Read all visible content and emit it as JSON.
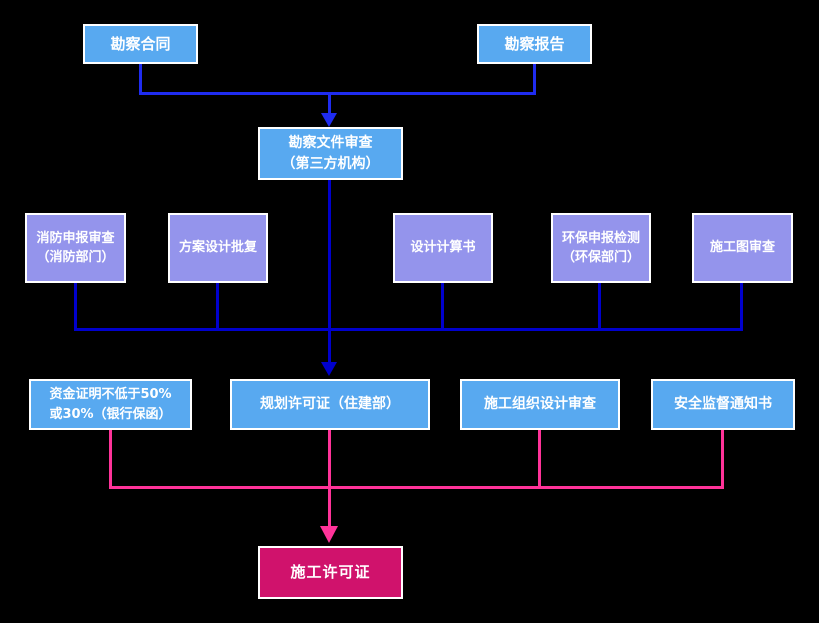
{
  "diagram_title": "construction-permit-approval-flowchart",
  "colors": {
    "background": "#000000",
    "box_blue": "#58a9f0",
    "box_purple": "#9494ec",
    "box_magenta": "#d0126c",
    "box_border": "#ffffff",
    "connector_blue_bright": "#1f2cf0",
    "connector_blue_dark": "#0000cc",
    "connector_pink": "#ff3399",
    "text": "#ffffff"
  },
  "nodes": {
    "survey_contract": {
      "label": "勘察合同"
    },
    "survey_report": {
      "label": "勘察报告"
    },
    "survey_review": {
      "label": "勘察文件审查\n（第三方机构）"
    },
    "fire_review": {
      "label": "消防申报审查\n（消防部门）"
    },
    "scheme_approval": {
      "label": "方案设计批复"
    },
    "design_calc": {
      "label": "设计计算书"
    },
    "env_review": {
      "label": "环保申报检测\n（环保部门）"
    },
    "drawing_review": {
      "label": "施工图审查"
    },
    "fund_proof": {
      "label": "资金证明不低于50%\n或30%（银行保函）"
    },
    "planning_permit": {
      "label": "规划许可证（住建部）"
    },
    "org_design_review": {
      "label": "施工组织设计审查"
    },
    "safety_notice": {
      "label": "安全监督通知书"
    },
    "construction_permit": {
      "label": "施工许可证"
    }
  },
  "edges": [
    "勘察合同 → 勘察文件审查（第三方机构）",
    "勘察报告 → 勘察文件审查（第三方机构）",
    "消防申报审查（消防部门） → 汇总",
    "方案设计批复 → 汇总",
    "勘察文件审查（第三方机构） → 汇总",
    "设计计算书 → 汇总",
    "环保申报检测（环保部门） → 汇总",
    "施工图审查 → 汇总",
    "汇总 → 规划许可证（住建部）",
    "资金证明不低于50%或30%（银行保函） → 汇总2",
    "规划许可证（住建部） → 汇总2",
    "施工组织设计审查 → 汇总2",
    "安全监督通知书 → 汇总2",
    "汇总2 → 施工许可证"
  ]
}
